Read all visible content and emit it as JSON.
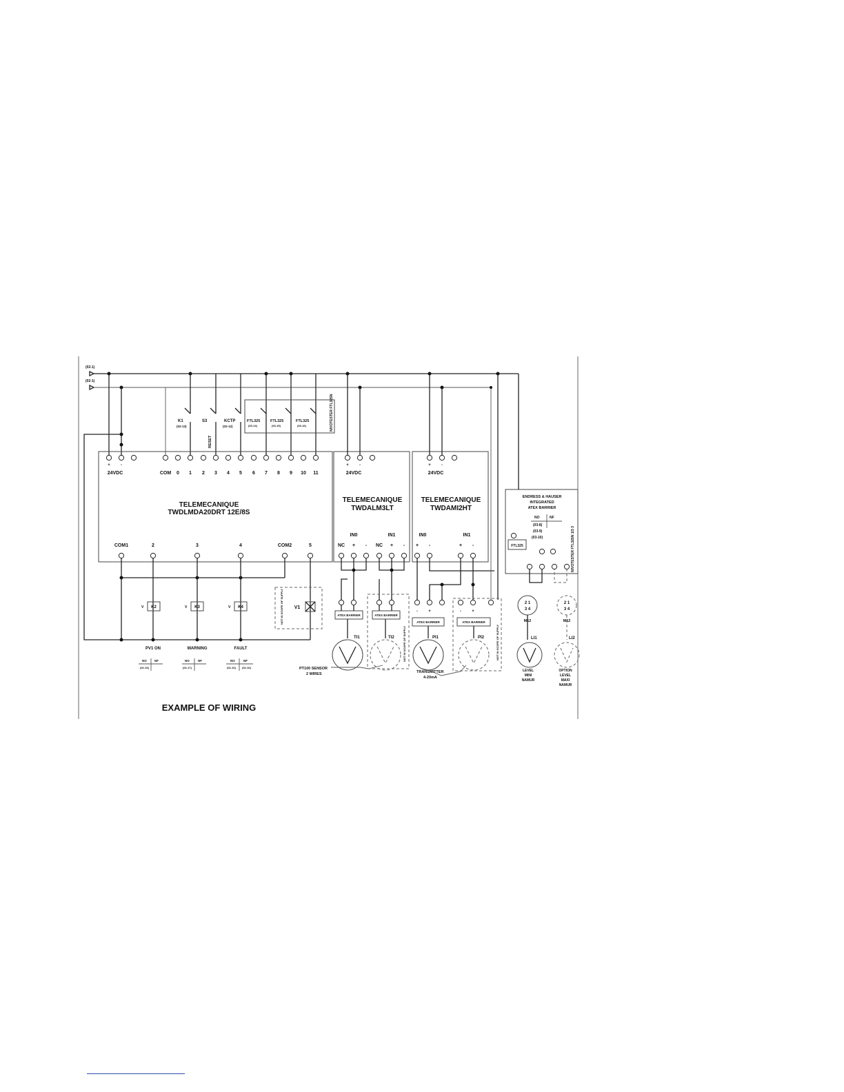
{
  "diagram": {
    "title": "EXAMPLE OF WIRING",
    "supply": {
      "plus_ref": "(02-1)",
      "minus_ref": "(02-1)"
    },
    "plc": {
      "brand": "TELEMECANIQUE",
      "model": "TWDLMDA20DRT 12E/8S",
      "power_label": "24VDC",
      "plus": "+",
      "minus": "-",
      "inputs": [
        "COM",
        "0",
        "1",
        "2",
        "3",
        "4",
        "5",
        "6",
        "7",
        "8",
        "9",
        "10",
        "11"
      ],
      "outputs": [
        "COM1",
        "2",
        "3",
        "4",
        "COM2",
        "5"
      ]
    },
    "mod_alm": {
      "brand": "TELEMECANIQUE",
      "model": "TWDALM3LT",
      "power_label": "24VDC",
      "in0": "IN0",
      "in1": "IN1",
      "terms": [
        "NC",
        "+",
        "-",
        "NC",
        "+",
        "-"
      ]
    },
    "mod_ami": {
      "brand": "TELEMECANIQUE",
      "model": "TWDAMI2HT",
      "power_label": "24VDC",
      "in0": "IN0",
      "in1": "IN1",
      "terms": [
        "+",
        "-",
        "+",
        "-"
      ]
    },
    "switches": {
      "k1": "K1",
      "k1_ref": "(02-13)",
      "s3": "S3",
      "reset": "RESET",
      "kctp": "KCTP",
      "kctp_ref": "(02-12)"
    },
    "ftl_group": {
      "items": [
        {
          "name": "FTL325",
          "ref": "(03-14)"
        },
        {
          "name": "FTL325",
          "ref": "(03-15)"
        },
        {
          "name": "FTL325",
          "ref": "(03-16)"
        }
      ],
      "side_label": "NIVOTESTER FTL325N"
    },
    "relays": [
      {
        "coil": "K2",
        "label": "PV1 ON",
        "ref": "(02-15)"
      },
      {
        "coil": "K3",
        "label": "WARNING",
        "ref": "(02-17)"
      },
      {
        "coil": "K4",
        "label": "FAULT",
        "ref": "(02-16)",
        "ref2": "(02-16)"
      }
    ],
    "contact_no": "NO",
    "contact_nf": "NF",
    "v_label": "V",
    "valve": {
      "name": "V1",
      "scope_note": "NOT IN SCOPE OF SUPPLY"
    },
    "barrier_label": "ATEX BARRIER",
    "sensors": {
      "ti1": "TI1",
      "ti2": "TI2",
      "pi1": "PI1",
      "pi2": "PI2",
      "pt100": "PT100 SENSOR",
      "pt100_wires": "2 WIRES",
      "transmitter": "TRANSMITTER",
      "transmitter_range": "4-20mA",
      "not_scope_a": "NOT IN SCOPE OF SUPPLY",
      "not_scope_b": "NOT IN SCOPE OF SUPPLY"
    },
    "eh": {
      "line1": "ENDRESS & HAUSER",
      "line2": "INTEGRATED",
      "line3": "ATEX BARRIER",
      "no": "NO",
      "nf": "NF",
      "refs": [
        "(03-8)",
        "(03-9)",
        "(03-10)"
      ],
      "ftl": "FTL325",
      "side_label": "NIVOTESTER FTL325N 1/3 3"
    },
    "level": {
      "m12": "M12",
      "pins_top": "2 1",
      "pins_bot": "3 4",
      "li1": "LI1",
      "li1_l1": "LEVEL",
      "li1_l2": "MINI",
      "li1_l3": "NAMUR",
      "li2": "LI2",
      "li2_l1": "OPTION",
      "li2_l2": "LEVEL",
      "li2_l3": "MAXI",
      "li2_l4": "NAMUR"
    }
  }
}
